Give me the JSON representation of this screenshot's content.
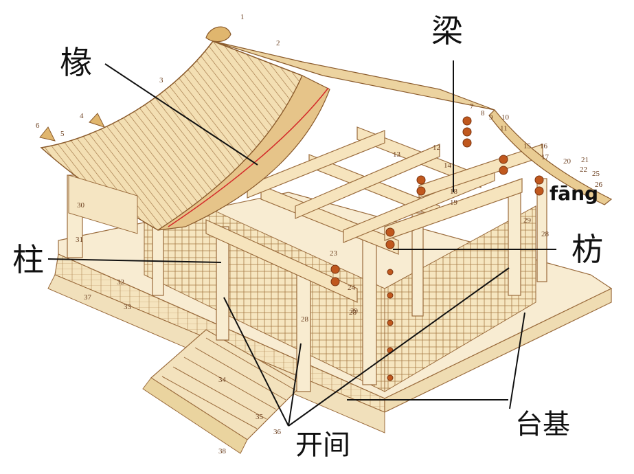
{
  "labels": {
    "chuan": "椽",
    "liang": "梁",
    "zhu": "柱",
    "fang": "枋",
    "fang_pinyin": "fāng",
    "kaijian": "开间",
    "taiji": "台基"
  },
  "part_numbers": [
    "1",
    "2",
    "3",
    "4",
    "5",
    "6",
    "7",
    "8",
    "9",
    "10",
    "11",
    "12",
    "13",
    "14",
    "15",
    "16",
    "17",
    "18",
    "19",
    "20",
    "21",
    "22",
    "23",
    "24",
    "25",
    "26",
    "28",
    "28",
    "28",
    "29",
    "29",
    "30",
    "31",
    "32",
    "33",
    "34",
    "35",
    "36",
    "37",
    "38"
  ],
  "colors": {
    "wood_fill": "#f7e9c9",
    "wood_line": "#9a6b3c",
    "beam_end": "#c0581e",
    "annotation_line": "#111111",
    "highlight_red": "#d42a2a"
  }
}
